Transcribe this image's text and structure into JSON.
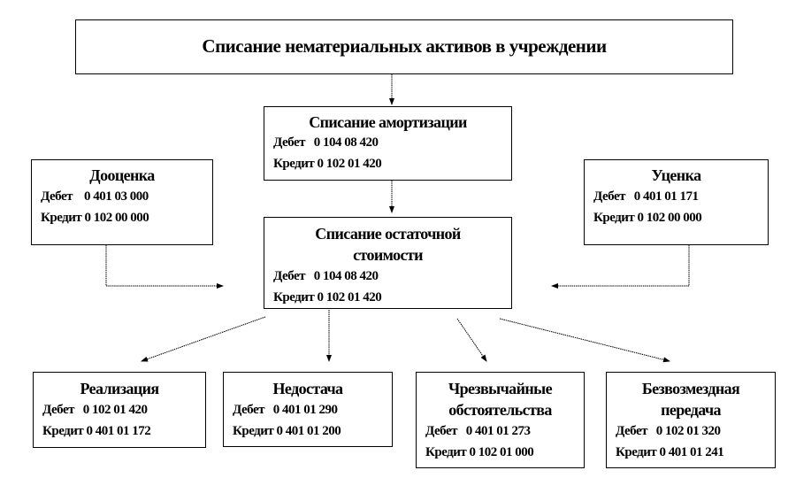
{
  "title": "Списание нематериальных активов в учреждении",
  "amortization": {
    "heading": "Списание  амортизации",
    "debit": "Дебет   0 104 08 420",
    "credit": "Кредит 0 102 01 420"
  },
  "revaluation": {
    "heading": "Дооценка",
    "debit": "Дебет    0 401 03 000",
    "credit": "Кредит 0 102 00 000"
  },
  "markdown": {
    "heading": "Уценка",
    "debit": "Дебет   0 401 01 171",
    "credit": "Кредит 0 102 00 000"
  },
  "residual": {
    "heading1": "Списание  остаточной",
    "heading2": "стоимости",
    "debit": "Дебет   0 104 08 420",
    "credit": "Кредит 0 102 01 420"
  },
  "sale": {
    "heading": "Реализация",
    "debit": "Дебет   0 102 01 420",
    "credit": "Кредит 0 401 01 172"
  },
  "shortage": {
    "heading": "Недостача",
    "debit": "Дебет   0 401 01 290",
    "credit": "Кредит 0 401 01 200"
  },
  "emergency": {
    "heading1": "Чрезвычайные",
    "heading2": "обстоятельства",
    "debit": "Дебет   0 401 01 273",
    "credit": "Кредит 0 102 01 000"
  },
  "gratuitous": {
    "heading1": "Безвозмездная",
    "heading2": "передача",
    "debit": "Дебет   0 102 01 320",
    "credit": "Кредит 0 401 01 241"
  }
}
